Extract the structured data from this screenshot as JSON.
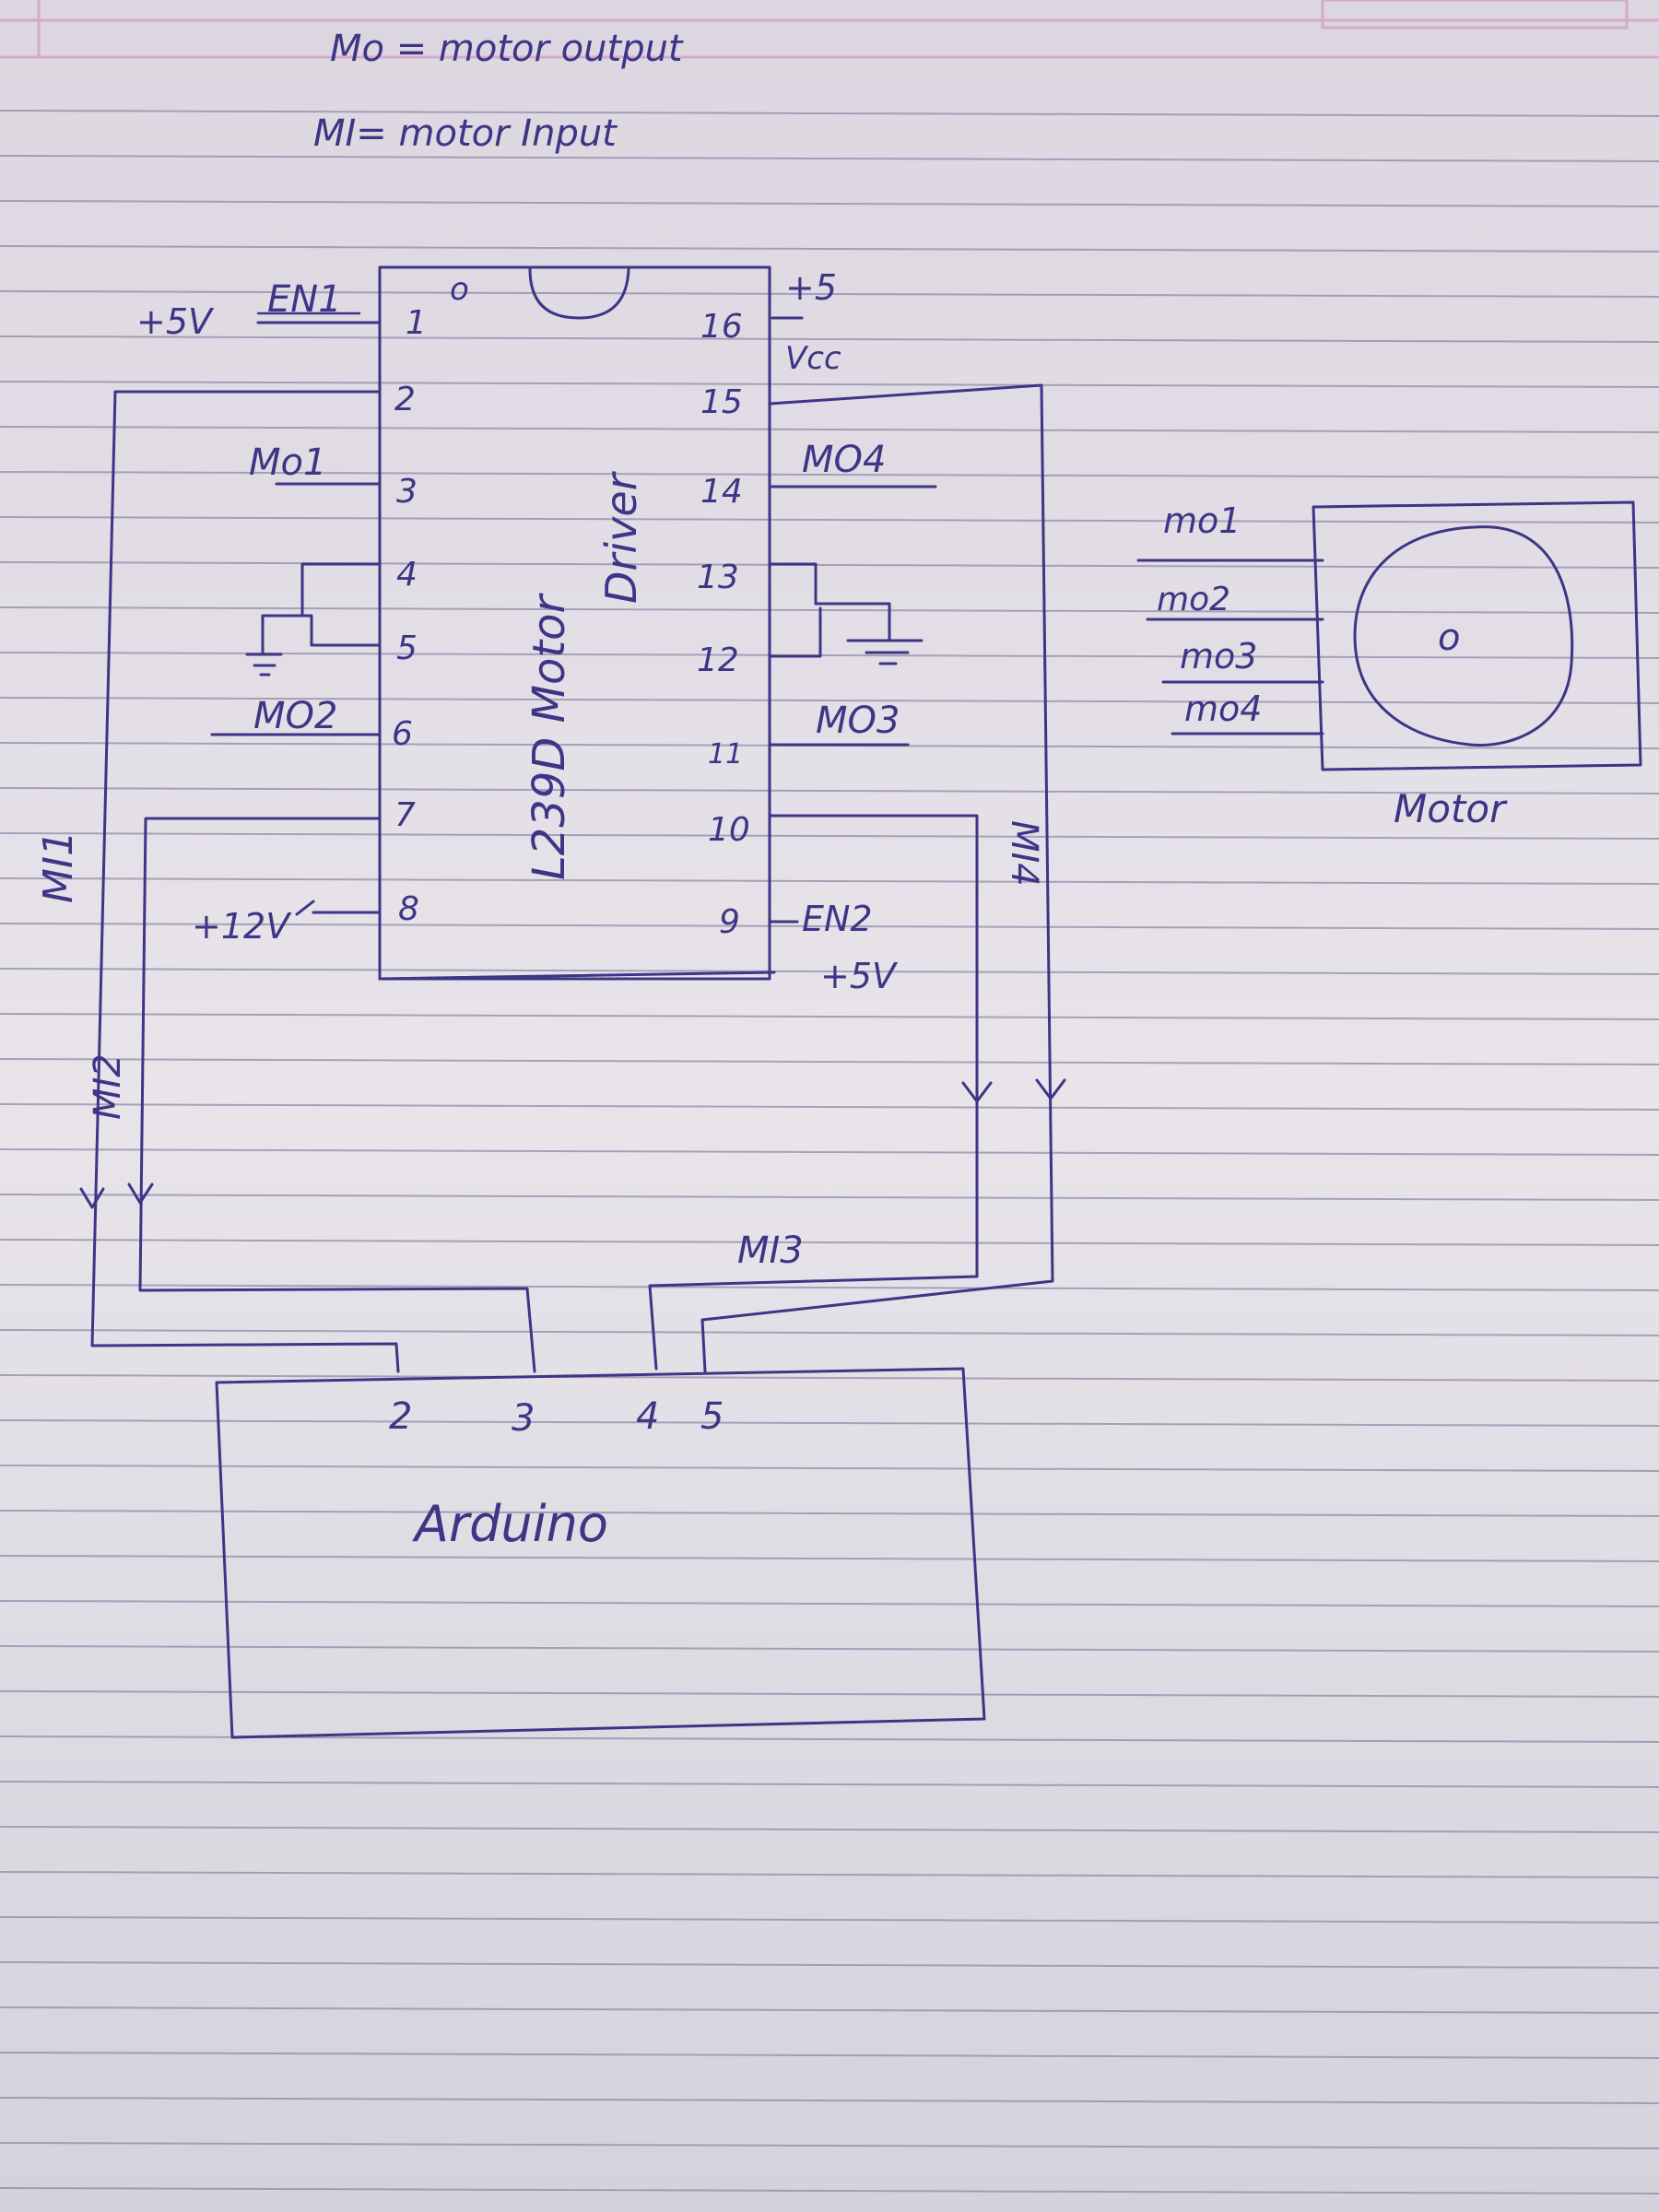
{
  "legend": {
    "mo": "Mo = motor output",
    "mi": "MI= motor Input"
  },
  "ic": {
    "notch_mark": "o",
    "label_line1": "L239D Motor",
    "label_line2": "Driver",
    "pins_left": [
      "1",
      "2",
      "3",
      "4",
      "5",
      "6",
      "7",
      "8"
    ],
    "pins_right": [
      "16",
      "15",
      "14",
      "13",
      "12",
      "11",
      "10",
      "9"
    ]
  },
  "labels": {
    "plus5v_en1": "+5V",
    "en1": "EN1",
    "plus5": "+5",
    "vcc": "Vcc",
    "mo1_left": "Mo1",
    "mo2_left": "MO2",
    "mo4_right": "MO4",
    "mo3_right": "MO3",
    "plus12v": "+12V",
    "en2": "EN2",
    "plus5v_en2": "+5V"
  },
  "wires": {
    "mi1": "MI1",
    "mi2": "MI2",
    "mi3": "MI3",
    "mi4": "MI4"
  },
  "motor": {
    "title": "Motor",
    "center_mark": "o",
    "inputs": [
      "mo1",
      "mo2",
      "mo3",
      "mo4"
    ]
  },
  "arduino": {
    "title": "Arduino",
    "pins": [
      "2",
      "3",
      "4",
      "5"
    ]
  },
  "colors": {
    "ink": "#3d3585",
    "paper": "#e6e2e8",
    "rule_line": "#8a86a6",
    "margin_line": "#d7a9c9"
  }
}
